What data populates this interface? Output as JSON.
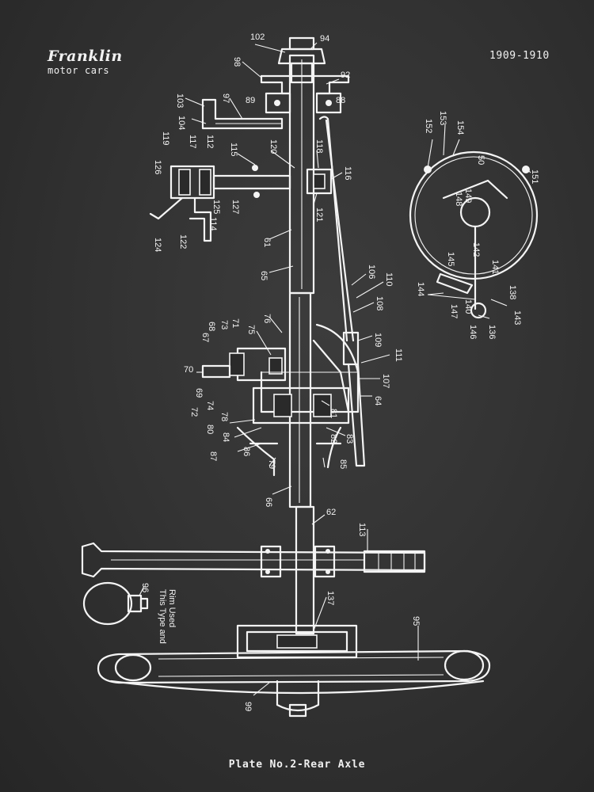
{
  "brand": {
    "name": "Franklin",
    "subtitle": "motor cars"
  },
  "years": "1909-1910",
  "caption": "Plate No.2-Rear Axle",
  "hub_note": [
    "This Type and",
    "Rim Used"
  ],
  "part_numbers": [
    "102",
    "94",
    "98",
    "92",
    "89",
    "88",
    "103",
    "97",
    "104",
    "119",
    "117",
    "112",
    "115",
    "120",
    "118",
    "126",
    "116",
    "125",
    "127",
    "114",
    "124",
    "122",
    "121",
    "61",
    "65",
    "106",
    "110",
    "108",
    "109",
    "111",
    "107",
    "64",
    "67",
    "68",
    "73",
    "71",
    "75",
    "76",
    "70",
    "69",
    "72",
    "74",
    "78",
    "80",
    "84",
    "81",
    "82",
    "83",
    "87",
    "86",
    "85",
    "79",
    "66",
    "62",
    "113",
    "96",
    "137",
    "95",
    "99",
    "152",
    "153",
    "154",
    "50",
    "148",
    "149",
    "151",
    "145",
    "142",
    "141",
    "144",
    "147",
    "140",
    "146",
    "136",
    "143",
    "138"
  ],
  "colors": {
    "background": "#2e2e2e",
    "ink": "#f4f4f4"
  }
}
